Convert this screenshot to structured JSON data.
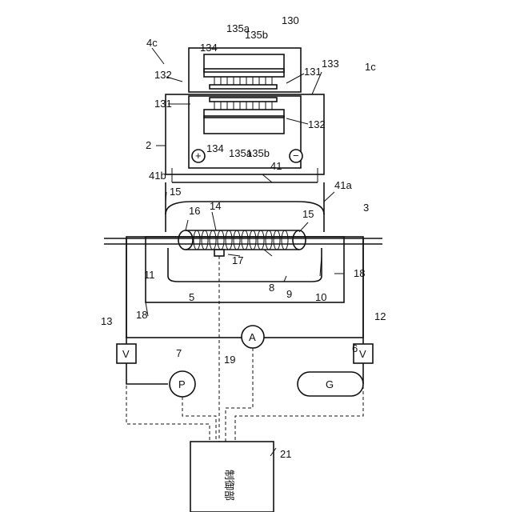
{
  "labels": {
    "l4c": "4c",
    "l134a": "134",
    "l135a_top": "135a",
    "l135b_top": "135b",
    "l130": "130",
    "l132a": "132",
    "l131a": "131",
    "l133": "133",
    "l1c": "1c",
    "l131b": "131",
    "l132b": "132",
    "l2": "2",
    "l134b": "134",
    "l135a_bot": "135a",
    "l135b_bot": "135b",
    "l41": "41",
    "l41b": "41b",
    "l41a": "41a",
    "l15a": "15",
    "l16": "16",
    "l14": "14",
    "l15b": "15",
    "l3": "3",
    "l11": "11",
    "l17": "17",
    "l8": "8",
    "l9": "9",
    "l10": "10",
    "l18a": "18",
    "l5": "5",
    "l18b": "18",
    "l13": "13",
    "l12": "12",
    "l7": "7",
    "l6": "6",
    "l19": "19",
    "l21": "21"
  },
  "symbols": {
    "valve_left": "V",
    "valve_right": "V",
    "pump": "P",
    "gas": "G",
    "ammeter": "A",
    "plus": "+",
    "minus": "−"
  },
  "controller": {
    "label": "制御部"
  }
}
